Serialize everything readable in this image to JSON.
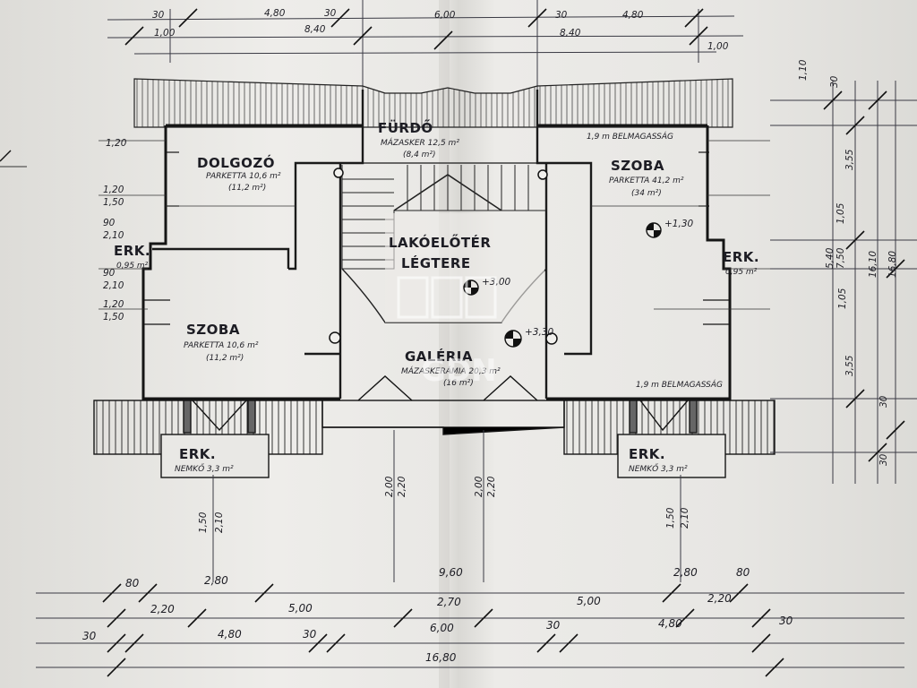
{
  "rooms": {
    "dolgozo": "DOLGOZÓ",
    "dolgozo_floor": "PARKETTA 10,6 m²",
    "dolgozo_area": "(11,2 m²)",
    "furdo": "FÜRDŐ",
    "furdo_floor": "MÁZASKER 12,5 m²",
    "furdo_area": "(8,4 m²)",
    "szoba_right": "SZOBA",
    "szoba_right_floor": "PARKETTA 41,2 m²",
    "szoba_right_area": "(34 m²)",
    "lakoeloter_1": "LAKÓELŐTÉR",
    "lakoeloter_2": "LÉGTERE",
    "erk_left": "ERK.",
    "erk_left_area": "0,95 m²",
    "erk_right": "ERK.",
    "erk_right_area": "0,95 m²",
    "szoba_left": "SZOBA",
    "szoba_left_floor": "PARKETTA 10,6 m²",
    "szoba_left_area": "(11,2 m²)",
    "galeria": "GALÉRIA",
    "galeria_floor": "MÁZASKERÁMIA 20,3 m²",
    "galeria_area": "(16 m²)",
    "erk_bottom_left": "ERK.",
    "erk_bottom_left_sub": "NEMKŐ 3,3 m²",
    "erk_bottom_right": "ERK.",
    "erk_bottom_right_sub": "NEMKŐ 3,3 m²",
    "belmagassag_top": "1,9 m BELMAGASSÁG",
    "belmagassag_bottom": "1,9 m BELMAGASSÁG"
  },
  "levels": {
    "l1": "+1,30",
    "l2": "+3,00",
    "l3": "+3,30"
  },
  "dims_top": {
    "a": "30",
    "b": "4,80",
    "c": "30",
    "d": "6,00",
    "e": "30",
    "f": "4,80",
    "g": "1,00",
    "h": "8,40",
    "i": "8,40",
    "j": "1,00"
  },
  "dims_bottom": {
    "r1_a": "80",
    "r1_b": "2,80",
    "r1_c": "9,60",
    "r1_d": "2,80",
    "r1_e": "80",
    "r2_a": "2,20",
    "r2_b": "5,00",
    "r2_c": "2,70",
    "r2_d": "5,00",
    "r2_e": "2,20",
    "r3_a": "30",
    "r3_b": "4,80",
    "r3_c": "30",
    "r3_d": "6,00",
    "r3_e": "30",
    "r3_f": "4,80",
    "r3_g": "30",
    "r4": "16,80"
  },
  "dims_vertical": {
    "v1": "1,50",
    "v2": "2,10",
    "v3": "2,00",
    "v4": "2,20",
    "v5": "2,00",
    "v6": "2,20",
    "v7": "1,50",
    "v8": "2,10"
  },
  "dims_left": {
    "a": "1,20",
    "b": "1,20",
    "c": "1,50",
    "d": "90",
    "e": "2,10",
    "f": "90",
    "g": "2,10",
    "h": "1,20",
    "i": "1,50"
  },
  "dims_right": {
    "a": "1,10",
    "b": "30",
    "c": "3,55",
    "d": "5,40",
    "e": "1,05",
    "f": "7,50",
    "g": "16,10",
    "h": "16,80",
    "i": "3,55",
    "j": "30",
    "k": "1,05",
    "l": "30"
  },
  "watermark": "GDN"
}
